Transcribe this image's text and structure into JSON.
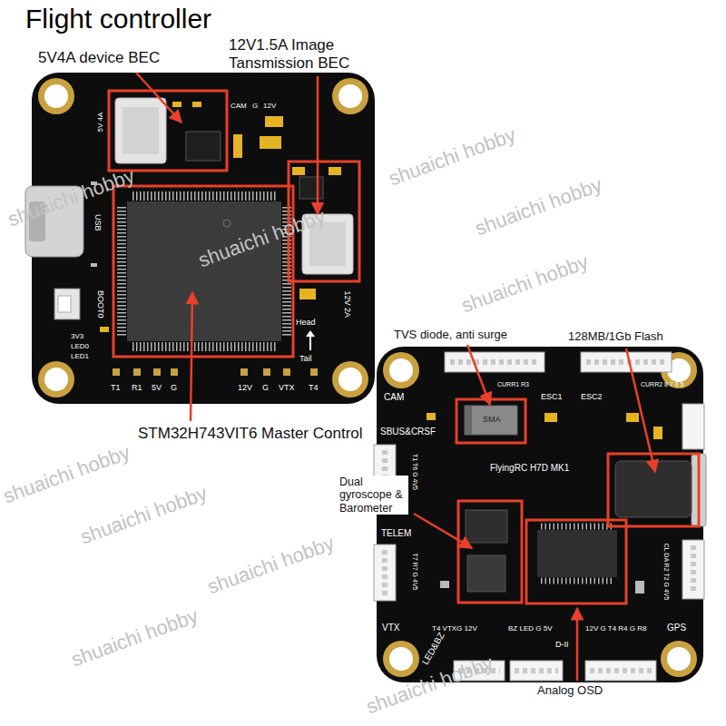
{
  "diagram": {
    "title": "Flight controller",
    "labels": [
      "5V4A device BEC",
      "12V1.5A Image Tansmission BEC",
      "STM32H743VIT6 Master Control",
      "TVS diode, anti surge",
      "128MB/1Gb Flash",
      "Dual gyroscope & Barometer",
      "Analog OSD",
      "5V 4A",
      "CAM",
      "G",
      "12V",
      "USB",
      "BOOT0",
      "3V3",
      "LED0",
      "LED1",
      "12V 2A",
      "Head",
      "Tail",
      "T1",
      "R1",
      "5V",
      "G",
      "12V",
      "G",
      "VTX",
      "T4",
      "CAM",
      "CURR1 R3",
      "ESC1",
      "ESC2",
      "CURR2 8 7 6 5",
      "SBUS&CRSF",
      "FlyingRC H7D MK1",
      "TELEM",
      "T1 T6 G 4V5",
      "T7 R7 G 4V5",
      "VTX",
      "T4 VTXG 12V",
      "BZ LED G 5V",
      "12V G T4 R4 G R8",
      "GPS",
      "CL DA R2 T2 G 4V5",
      "LED&BZ",
      "D-II",
      "SMA",
      "shuaichi hobby",
      "shuaichi hobby",
      "shuaichi hobby",
      "shuaichi hobby",
      "shuaichi hobby",
      "shuaichi hobby",
      "shuaichi hobby",
      "shuaichi hobby",
      "shuaichi hobby",
      "shuaichi hobby"
    ]
  }
}
